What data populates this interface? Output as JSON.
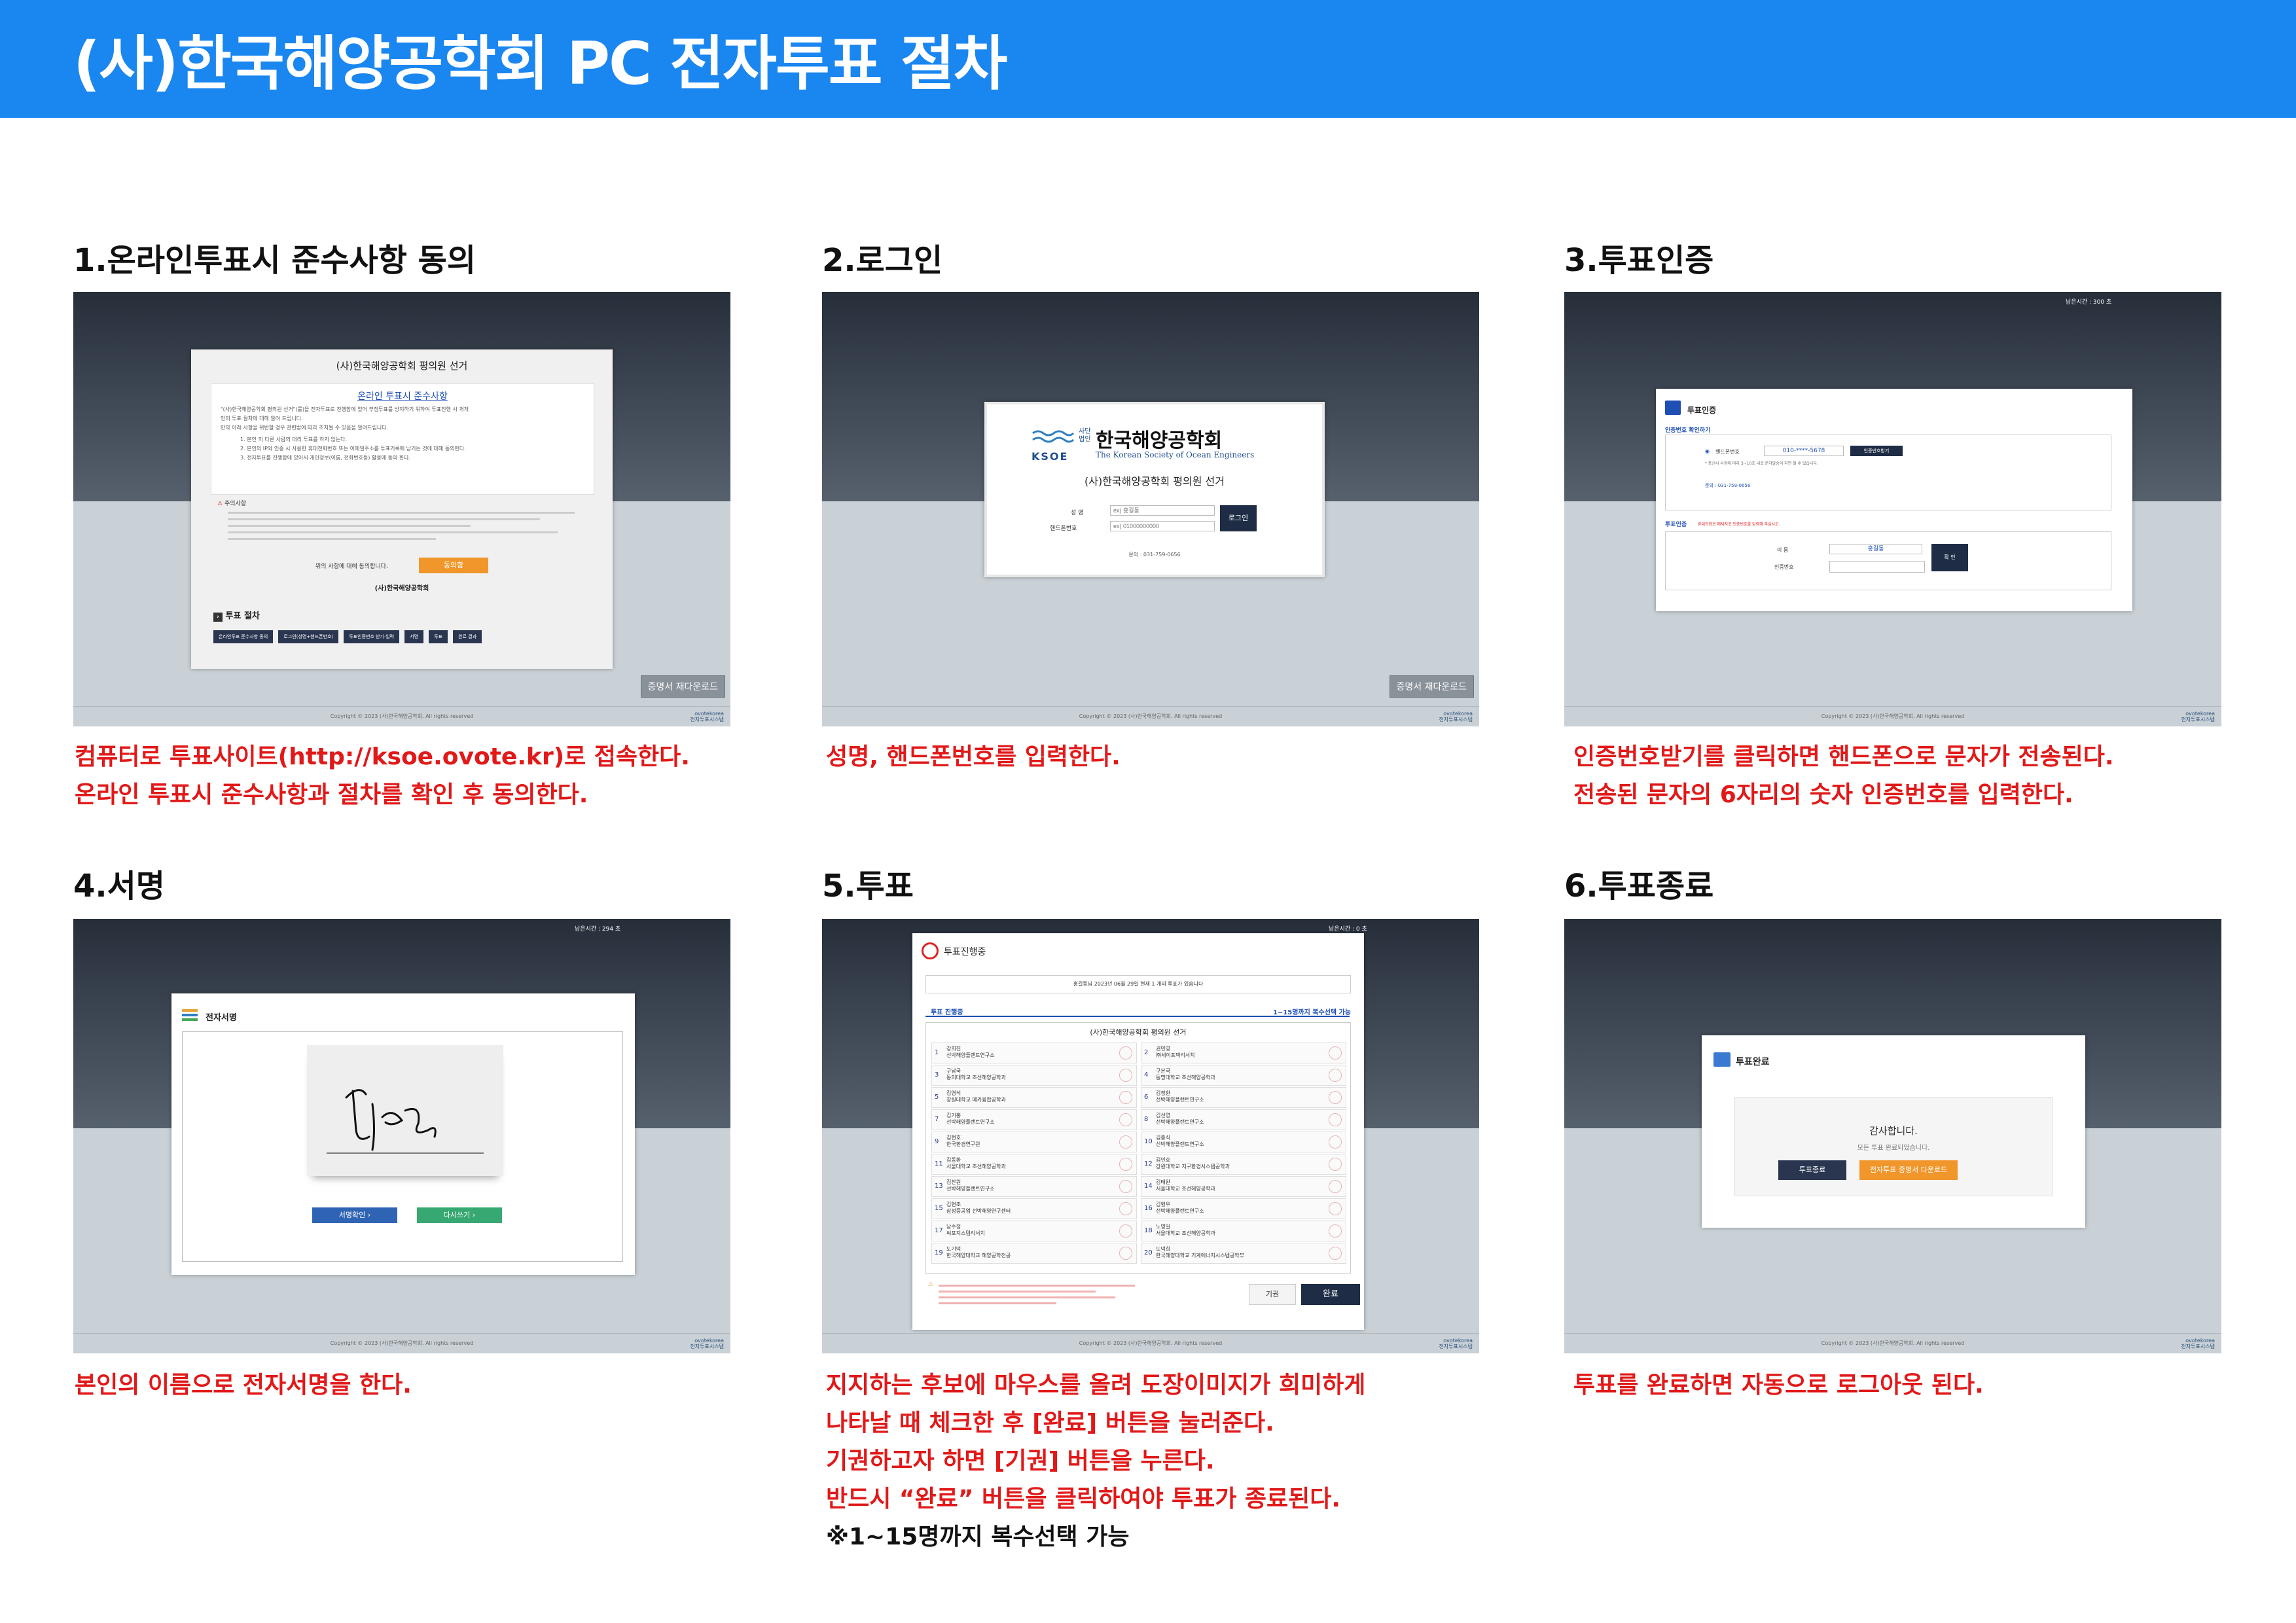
{
  "header": {
    "title": "(사)한국해양공학회 PC 전자투표 절차"
  },
  "common": {
    "copyright": "Copyright © 2023 (사)한국해양공학회. All rights reserved",
    "brand_line1": "ovotekorea",
    "brand_line2": "전자투표시스템",
    "cert_button": "증명서 재다운로드"
  },
  "steps": [
    {
      "title": "1.온라인투표시 준수사항 동의",
      "desc": [
        "컴퓨터로 투표사이트(http://ksoe.ovote.kr)로 접속한다.",
        "온라인 투표시 준수사항과 절차를 확인 후 동의한다."
      ]
    },
    {
      "title": "2.로그인",
      "desc": [
        "성명, 핸드폰번호를 입력한다."
      ]
    },
    {
      "title": "3.투표인증",
      "desc": [
        "인증번호받기를 클릭하면 핸드폰으로 문자가 전송된다.",
        "전송된 문자의 6자리의 숫자 인증번호를 입력한다."
      ]
    },
    {
      "title": "4.서명",
      "desc": [
        "본인의 이름으로 전자서명을 한다."
      ]
    },
    {
      "title": "5.투표",
      "desc": [
        "지지하는 후보에 마우스를 올려 도장이미지가 희미하게",
        "나타날 때 체크한 후 [완료] 버튼을 눌러준다.",
        "기권하고자 하면 [기권] 버튼을 누른다.",
        "반드시 “완료” 버튼을 클릭하여야 투표가 종료된다.",
        "※1~15명까지 복수선택 가능"
      ]
    },
    {
      "title": "6.투표종료",
      "desc": [
        "투표를 완료하면 자동으로 로그아웃 된다."
      ]
    }
  ],
  "s1": {
    "panel_title": "(사)한국해양공학회 평의원 선거",
    "notice_title": "온라인 투표시 준수사항",
    "notice_lines": [
      "\"(사)한국해양공학회 평의원 선거\"(를)을 전자투표로 진행함에 있어 부정투표를 방지하기 위하여 투표진행 시 개개",
      "인의 투표 절차에 대해 알려 드립니다.",
      "만약 아래 사항을 위반할 경우 관련법에 따라 조치될 수 있음을 알려드립니다.",
      "1. 본인 외 다른 사람의 대리 투표를 하지 않는다.",
      "2. 본인의 IP와 인증 시 사용한 휴대전화번호 또는 이메일주소를 투표기록에 남기는 것에 대해 동의한다.",
      "3. 전자투표를 진행함에 있어서 개인정보(이름, 전화번호등) 활용에 동의 한다."
    ],
    "caution_title": "주의사항",
    "agree_text": "위의 사항에 대해 동의합니다.",
    "agree_button": "동의함",
    "org": "(사)한국해양공학회",
    "proc_title": "투표 절차",
    "proc_items": [
      "온라인투표 준수사항 동의",
      "로그인(성명+핸드폰번호)",
      "투표인증번호 받기·입력",
      "서명",
      "투표",
      "완료 결과"
    ]
  },
  "s2": {
    "logo_ksoe": "KSOE",
    "logo_small": "사단법인",
    "org_name": "한국해양공학회",
    "org_en": "The Korean Society of Ocean Engineers",
    "election": "(사)한국해양공학회 평의원 선거",
    "name_label": "성 명",
    "name_placeholder": "ex) 홍길동",
    "phone_label": "핸드폰번호",
    "phone_placeholder": "ex) 01000000000",
    "login_button": "로그인",
    "contact": "문의 : 031-759-0656"
  },
  "s3": {
    "timer": "남은시간 : 300 초",
    "title": "투표인증",
    "sub1": "인증번호 확인하기",
    "radio_label": "핸드폰번호",
    "phone_value": "010-****-5678",
    "get_code_button": "인증번호받기",
    "note": "* 통신사 사정에 따라 3~10초 내로 문자발송이 지연 될 수 있습니다.",
    "contact": "문의 : 031-759-0656",
    "sub2": "투표인증",
    "sub2_note": "휴대전화로 메세지로 인증번호를 입력해 주십시오.",
    "name_label": "이 름",
    "name_value": "홍길동",
    "code_label": "인증번호",
    "confirm_button": "확 인"
  },
  "s4": {
    "timer": "남은시간 : 294 초",
    "title": "전자서명",
    "sign_button": "서명확인",
    "reset_button": "다시쓰기"
  },
  "s5": {
    "timer": "남은시간 : 0 초",
    "title": "투표진행중",
    "status": "홍길동님 2023년 06월 29일 현재 1 개의 투표가 있습니다",
    "section": "투표 진행중",
    "select_note": "1~15명까지 복수선택 가능",
    "election": "(사)한국해양공학회 평의원 선거",
    "candidates": [
      {
        "num": "1",
        "name": "강희진",
        "org": "선박해양플랜트연구소"
      },
      {
        "num": "2",
        "name": "권민영",
        "org": "㈜세이프텍리서치"
      },
      {
        "num": "3",
        "name": "구남국",
        "org": "동의대학교 조선해양공학과"
      },
      {
        "num": "4",
        "name": "구본국",
        "org": "동명대학교 조선해양공학과"
      },
      {
        "num": "5",
        "name": "김영석",
        "org": "창원대학교 메카융합공학과"
      },
      {
        "num": "6",
        "name": "김정환",
        "org": "선박해양플랜트연구소"
      },
      {
        "num": "7",
        "name": "김기홍",
        "org": "선박해양플랜트연구소"
      },
      {
        "num": "8",
        "name": "김선영",
        "org": "선박해양플랜트연구소"
      },
      {
        "num": "9",
        "name": "김현호",
        "org": "한국환경연구원"
      },
      {
        "num": "10",
        "name": "김중식",
        "org": "선박해양플랜트연구소"
      },
      {
        "num": "11",
        "name": "김동환",
        "org": "서울대학교 조선해양공학과"
      },
      {
        "num": "12",
        "name": "김인호",
        "org": "강원대학교 지구환경시스템공학과"
      },
      {
        "num": "13",
        "name": "김찬원",
        "org": "선박해양플랜트연구소"
      },
      {
        "num": "14",
        "name": "김태완",
        "org": "서울대학교 조선해양공학과"
      },
      {
        "num": "15",
        "name": "김현조",
        "org": "삼성중공업 선박해양연구센터"
      },
      {
        "num": "16",
        "name": "김형우",
        "org": "선박해양플랜트연구소"
      },
      {
        "num": "17",
        "name": "남수정",
        "org": "씨포지스템리서치"
      },
      {
        "num": "18",
        "name": "노명일",
        "org": "서울대학교 조선해양공학과"
      },
      {
        "num": "19",
        "name": "도기덕",
        "org": "한국해양대학교 해양공학전공"
      },
      {
        "num": "20",
        "name": "도덕희",
        "org": "한국해양대학교 기계에너지시스템공학부"
      }
    ],
    "abstain_button": "기권",
    "done_button": "완료"
  },
  "s6": {
    "title": "투표완료",
    "thanks": "감사합니다.",
    "done_msg": "모든 투표 완료되었습니다.",
    "end_button": "투표종료",
    "cert_button": "전자투표 증명서 다운로드"
  }
}
